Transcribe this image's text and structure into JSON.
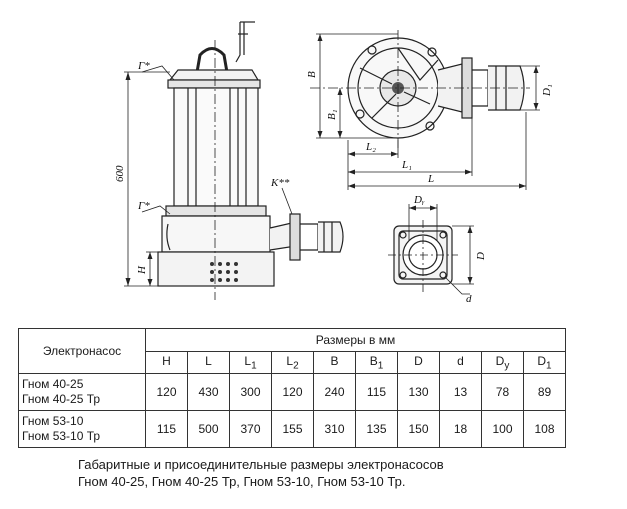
{
  "drawing": {
    "side_view_labels": {
      "gamma_top": "Г*",
      "gamma_bottom": "Г*",
      "k_note": "K**",
      "height_600": "600",
      "h": "H"
    },
    "top_view_labels": {
      "b": "B",
      "b1": "B₁",
      "d1": "D₁",
      "l2": "L₂",
      "l1": "L₁",
      "l": "L"
    },
    "flange_view_labels": {
      "dy": "Dᵧ",
      "d": "D",
      "small_d": "d"
    }
  },
  "table": {
    "model_header": "Электронасос",
    "span_header": "Размеры в мм",
    "columns": [
      {
        "main": "H",
        "sub": ""
      },
      {
        "main": "L",
        "sub": ""
      },
      {
        "main": "L",
        "sub": "1"
      },
      {
        "main": "L",
        "sub": "2"
      },
      {
        "main": "B",
        "sub": ""
      },
      {
        "main": "B",
        "sub": "1"
      },
      {
        "main": "D",
        "sub": ""
      },
      {
        "main": "d",
        "sub": ""
      },
      {
        "main": "D",
        "sub": "y"
      },
      {
        "main": "D",
        "sub": "1"
      }
    ],
    "rows": [
      {
        "models": [
          "Гном 40-25",
          "Гном 40-25 Тр"
        ],
        "values": [
          "120",
          "430",
          "300",
          "120",
          "240",
          "115",
          "130",
          "13",
          "78",
          "89"
        ]
      },
      {
        "models": [
          "Гном 53-10",
          "Гном 53-10 Тр"
        ],
        "values": [
          "115",
          "500",
          "370",
          "155",
          "310",
          "135",
          "150",
          "18",
          "100",
          "108"
        ]
      }
    ]
  },
  "caption": "Габаритные и присоединительные размеры электронасосов\nГном 40-25, Гном 40-25 Тр, Гном 53-10, Гном 53-10 Тр."
}
